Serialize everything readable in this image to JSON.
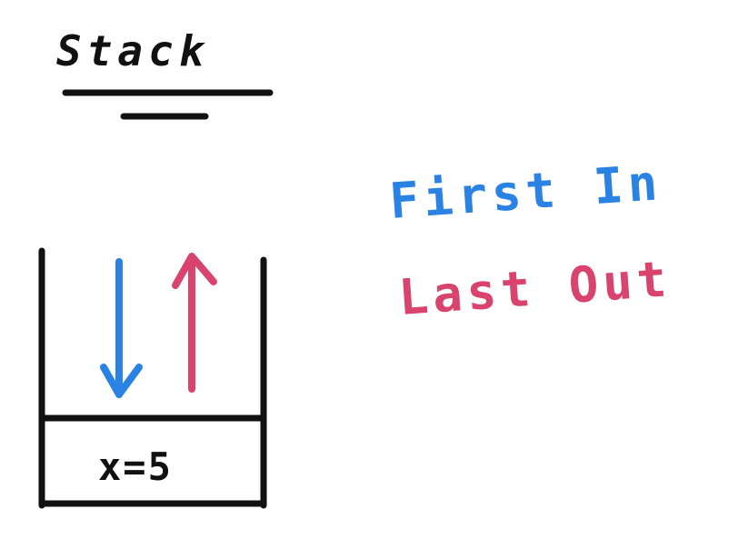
{
  "title": "Stack",
  "stack_item": "x=5",
  "caption": {
    "line1": "First In",
    "line2": "Last Out"
  },
  "colors": {
    "ink": "#111111",
    "push": "#2a82e4",
    "pop": "#d9446e"
  },
  "icons": {
    "push_arrow": "arrow-down-icon",
    "pop_arrow": "arrow-up-icon"
  }
}
